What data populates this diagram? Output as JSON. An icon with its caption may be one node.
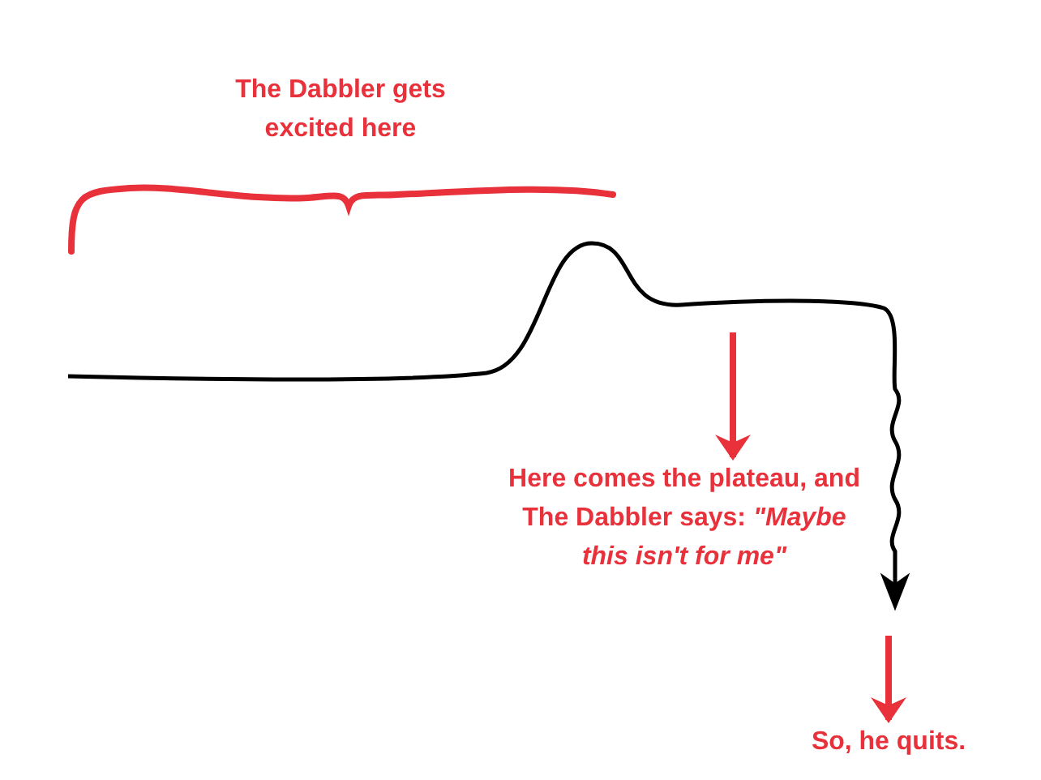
{
  "diagram": {
    "nodes": [
      {
        "text": [
          "The Dabbler gets excited here"
        ]
      },
      {
        "text": [
          "Here comes the plateau, and The Dabbler says: *\"Maybe this isn't for me\"*"
        ]
      },
      {
        "text": [
          "So, he quits."
        ]
      }
    ],
    "edges": [
      {
        "from": null,
        "to": 1,
        "arrow": "to"
      },
      {
        "from": null,
        "to": 2,
        "arrow": "to"
      }
    ]
  }
}
